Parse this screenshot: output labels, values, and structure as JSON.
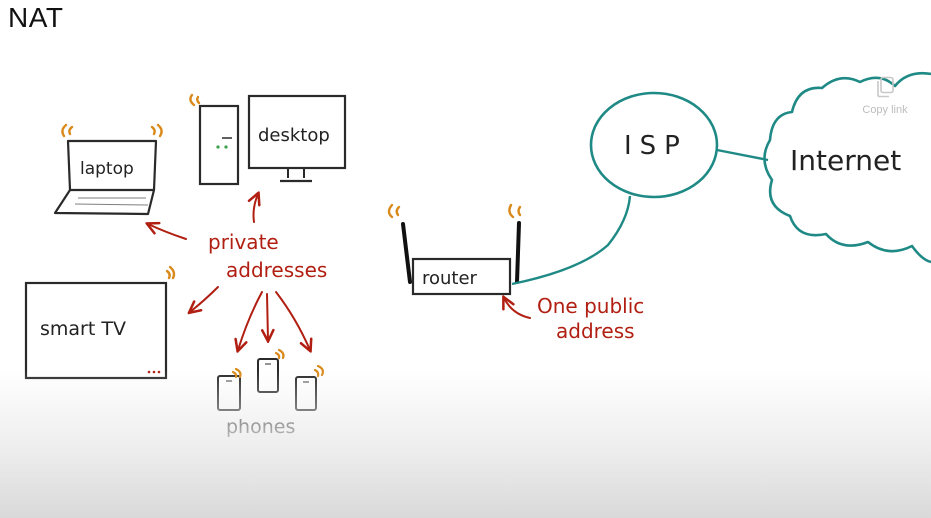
{
  "title": "NAT",
  "copy_link": {
    "label": "Copy link"
  },
  "colors": {
    "ink": "#2a2a2a",
    "annotation": "#b11f12",
    "signal": "#d98a1a",
    "link": "#1f8a85"
  },
  "devices": {
    "laptop": "laptop",
    "desktop": "desktop",
    "smart_tv": "smart TV",
    "phones": "phones",
    "router": "router"
  },
  "network": {
    "isp": "ISP",
    "internet": "Internet"
  },
  "annotations": {
    "private_line1": "private",
    "private_line2": "addresses",
    "public_line1": "One public",
    "public_line2": "address"
  }
}
